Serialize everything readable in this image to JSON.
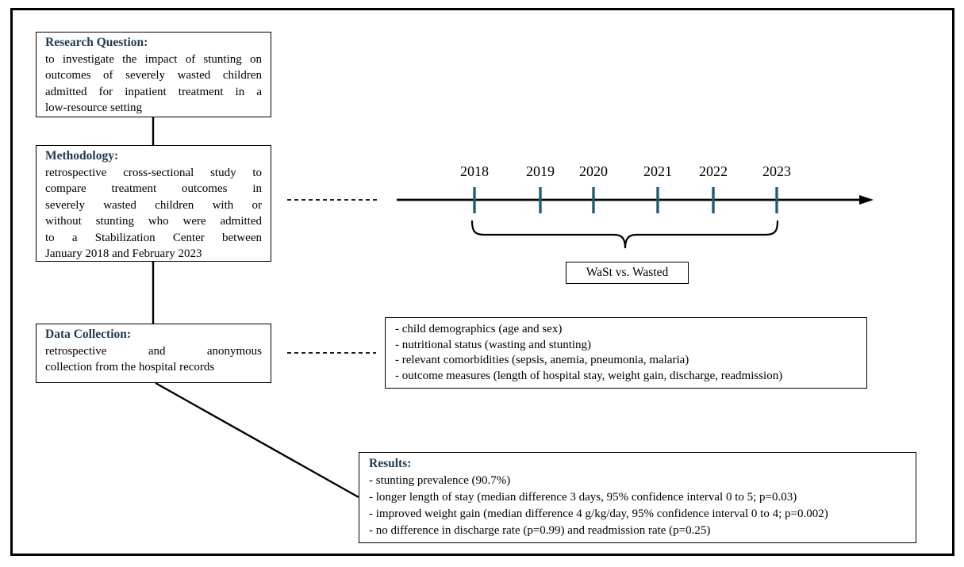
{
  "figure": {
    "colors": {
      "heading": "#1f3a52",
      "tick": "#1f5d75",
      "line": "#000000"
    },
    "research_question": {
      "title": "Research Question:",
      "lines": [
        "to investigate the impact of stunting on",
        "outcomes of severely wasted children",
        "admitted for inpatient treatment in a",
        "low-resource setting"
      ]
    },
    "methodology": {
      "title": "Methodology:",
      "lines": [
        "retrospective cross-sectional study to",
        "compare treatment outcomes in",
        "severely wasted children with or",
        "without stunting who were admitted",
        "to a Stabilization Center between",
        "January 2018 and February 2023"
      ]
    },
    "data_collection": {
      "title": "Data Collection:",
      "lines": [
        "retrospective and anonymous",
        "collection from the hospital records"
      ]
    },
    "timeline": {
      "years": [
        "2018",
        "2019",
        "2020",
        "2021",
        "2022",
        "2023"
      ],
      "comparison_label": "WaSt vs. Wasted"
    },
    "data_items": {
      "items": [
        "- child demographics (age and sex)",
        "- nutritional status (wasting and stunting)",
        "- relevant comorbidities (sepsis, anemia, pneumonia, malaria)",
        "- outcome measures (length of hospital stay, weight gain, discharge, readmission)"
      ]
    },
    "results": {
      "title": "Results:",
      "items": [
        "- stunting prevalence (90.7%)",
        "- longer length of stay (median difference 3 days, 95% confidence interval 0 to 5; p=0.03)",
        "- improved weight gain (median difference 4 g/kg/day, 95% confidence interval 0 to 4; p=0.002)",
        "- no difference in discharge rate (p=0.99) and readmission rate (p=0.25)"
      ]
    }
  }
}
